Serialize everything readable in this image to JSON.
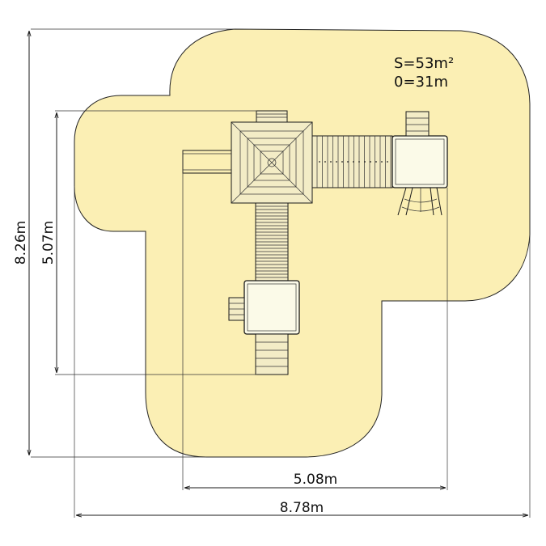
{
  "drawing": {
    "zone_fill": "#fbefb4",
    "zone_stroke": "#222222",
    "area_label": "S=53m²",
    "perimeter_label": "0=31m",
    "dimensions": {
      "total_height": "8.26m",
      "structure_height": "5.07m",
      "structure_width": "5.08m",
      "total_width": "8.78m"
    }
  }
}
